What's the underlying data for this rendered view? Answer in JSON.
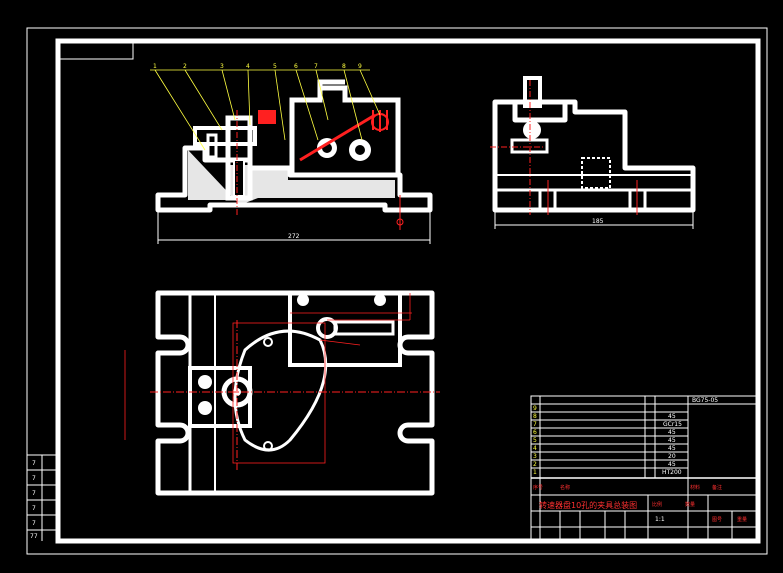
{
  "balloons": [
    "1",
    "2",
    "3",
    "4",
    "5",
    "6",
    "7",
    "8",
    "9"
  ],
  "dimensions": {
    "front_width": "272",
    "side_width": "185"
  },
  "title_block": {
    "drawing_number": "BG75-05",
    "title": "转速器盘10孔的夹具总装图",
    "col_material": "材料",
    "col_remark": "备注",
    "scale_label": "比例",
    "quantity_label": "数量",
    "scale_value": "1:1",
    "sheet_label": "图号",
    "weight_label": "重量",
    "seq_label": "序号",
    "name_label": "名称",
    "parts": [
      {
        "no": "9",
        "material": ""
      },
      {
        "no": "8",
        "material": "45"
      },
      {
        "no": "7",
        "material": "GCr15"
      },
      {
        "no": "6",
        "material": "45"
      },
      {
        "no": "5",
        "material": "45"
      },
      {
        "no": "4",
        "material": "45"
      },
      {
        "no": "3",
        "material": "20"
      },
      {
        "no": "2",
        "material": "45"
      },
      {
        "no": "1",
        "material": "HT200"
      }
    ]
  },
  "left_strip": [
    "7",
    "7",
    "7",
    "7",
    "7",
    "77"
  ]
}
